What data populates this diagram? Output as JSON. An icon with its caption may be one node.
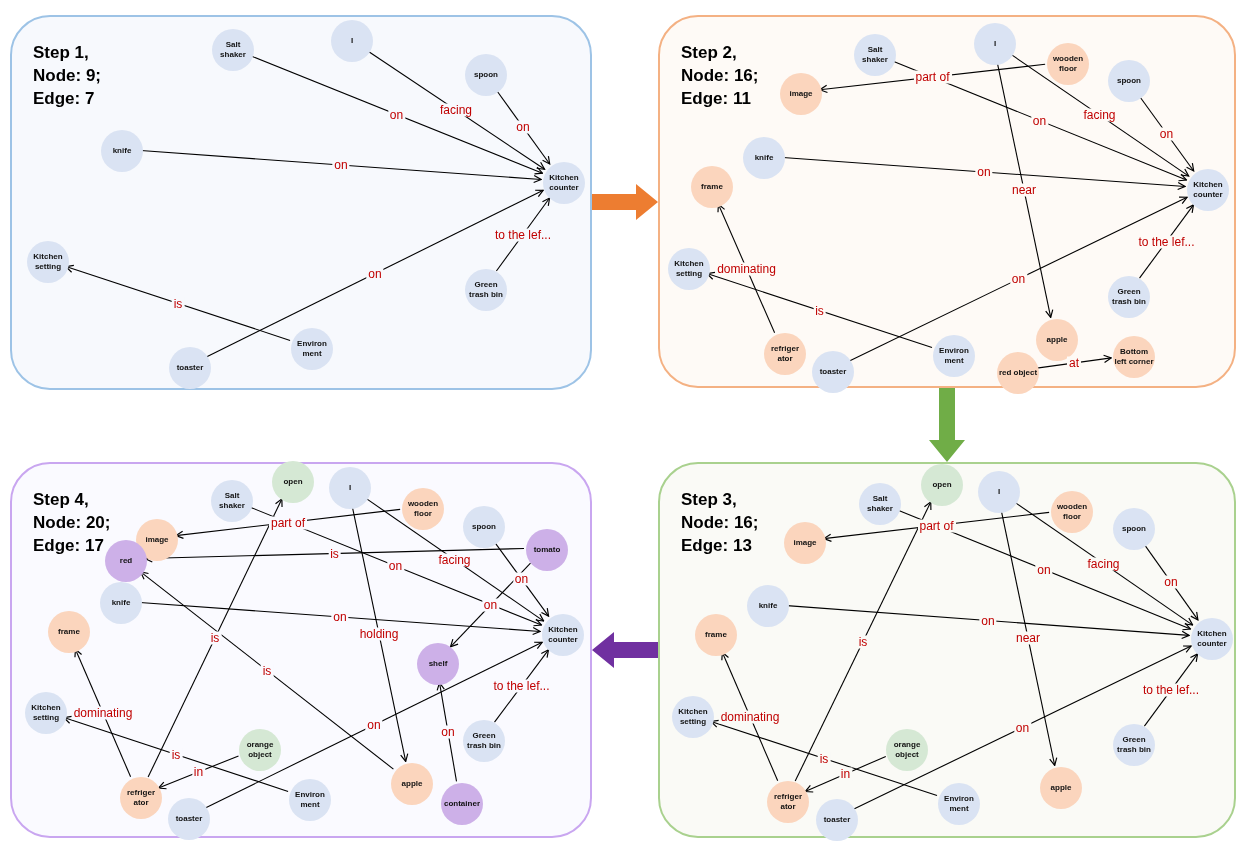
{
  "diagram": {
    "nodes": [
      {
        "text": [
          "Step 1, Node: 9; Edge: 7"
        ]
      },
      {
        "text": [
          "Salt shaker"
        ],
        "in": 0
      },
      {
        "text": [
          "I"
        ],
        "in": 0
      },
      {
        "text": [
          "spoon"
        ],
        "in": 0
      },
      {
        "text": [
          "knife"
        ],
        "in": 0
      },
      {
        "text": [
          "Kitchen counter"
        ],
        "in": 0
      },
      {
        "text": [
          "Kitchen setting"
        ],
        "in": 0
      },
      {
        "text": [
          "Green trash bin"
        ],
        "in": 0
      },
      {
        "text": [
          "Environ ment"
        ],
        "in": 0
      },
      {
        "text": [
          "toaster"
        ],
        "in": 0
      },
      {
        "text": [
          "Step 2, Node: 16; Edge: 11"
        ]
      },
      {
        "text": [
          "Salt shaker"
        ],
        "in": 10
      },
      {
        "text": [
          "I"
        ],
        "in": 10
      },
      {
        "text": [
          "wooden floor"
        ],
        "in": 10
      },
      {
        "text": [
          "image"
        ],
        "in": 10
      },
      {
        "text": [
          "spoon"
        ],
        "in": 10
      },
      {
        "text": [
          "knife"
        ],
        "in": 10
      },
      {
        "text": [
          "frame"
        ],
        "in": 10
      },
      {
        "text": [
          "Kitchen counter"
        ],
        "in": 10
      },
      {
        "text": [
          "Kitchen setting"
        ],
        "in": 10
      },
      {
        "text": [
          "Green trash bin"
        ],
        "in": 10
      },
      {
        "text": [
          "refriger ator"
        ],
        "in": 10
      },
      {
        "text": [
          "Environ ment"
        ],
        "in": 10
      },
      {
        "text": [
          "apple"
        ],
        "in": 10
      },
      {
        "text": [
          "Bottom left corner"
        ],
        "in": 10
      },
      {
        "text": [
          "toaster"
        ],
        "in": 10
      },
      {
        "text": [
          "red object"
        ],
        "in": 10
      },
      {
        "text": [
          "Step 3, Node: 16; Edge: 13"
        ]
      },
      {
        "text": [
          "open"
        ],
        "in": 27
      },
      {
        "text": [
          "Salt shaker"
        ],
        "in": 27
      },
      {
        "text": [
          "I"
        ],
        "in": 27
      },
      {
        "text": [
          "wooden floor"
        ],
        "in": 27
      },
      {
        "text": [
          "image"
        ],
        "in": 27
      },
      {
        "text": [
          "spoon"
        ],
        "in": 27
      },
      {
        "text": [
          "knife"
        ],
        "in": 27
      },
      {
        "text": [
          "frame"
        ],
        "in": 27
      },
      {
        "text": [
          "Kitchen counter"
        ],
        "in": 27
      },
      {
        "text": [
          "Kitchen setting"
        ],
        "in": 27
      },
      {
        "text": [
          "Green trash bin"
        ],
        "in": 27
      },
      {
        "text": [
          "orange object"
        ],
        "in": 27
      },
      {
        "text": [
          "apple"
        ],
        "in": 27
      },
      {
        "text": [
          "refriger ator"
        ],
        "in": 27
      },
      {
        "text": [
          "Environ ment"
        ],
        "in": 27
      },
      {
        "text": [
          "toaster"
        ],
        "in": 27
      },
      {
        "text": [
          "Step 4, Node: 20; Edge: 17"
        ]
      },
      {
        "text": [
          "open"
        ],
        "in": 44
      },
      {
        "text": [
          "Salt shaker"
        ],
        "in": 44
      },
      {
        "text": [
          "I"
        ],
        "in": 44
      },
      {
        "text": [
          "wooden floor"
        ],
        "in": 44
      },
      {
        "text": [
          "image"
        ],
        "in": 44
      },
      {
        "text": [
          "spoon"
        ],
        "in": 44
      },
      {
        "text": [
          "red"
        ],
        "in": 44
      },
      {
        "text": [
          "tomato"
        ],
        "in": 44
      },
      {
        "text": [
          "knife"
        ],
        "in": 44
      },
      {
        "text": [
          "frame"
        ],
        "in": 44
      },
      {
        "text": [
          "shelf"
        ],
        "in": 44
      },
      {
        "text": [
          "Kitchen counter"
        ],
        "in": 44
      },
      {
        "text": [
          "Kitchen setting"
        ],
        "in": 44
      },
      {
        "text": [
          "Green trash bin"
        ],
        "in": 44
      },
      {
        "text": [
          "apple"
        ],
        "in": 44
      },
      {
        "text": [
          "orange object"
        ],
        "in": 44
      },
      {
        "text": [
          "refriger ator"
        ],
        "in": 44
      },
      {
        "text": [
          "Environ ment"
        ],
        "in": 44
      },
      {
        "text": [
          "container"
        ],
        "in": 44
      },
      {
        "text": [
          "toaster"
        ],
        "in": 44
      }
    ],
    "edges": [
      {
        "from": 1,
        "to": 5,
        "arrow": "to",
        "label": "on"
      },
      {
        "from": 2,
        "to": 5,
        "arrow": "to",
        "label": "facing"
      },
      {
        "from": 3,
        "to": 5,
        "arrow": "to",
        "label": "on"
      },
      {
        "from": 4,
        "to": 5,
        "arrow": "to",
        "label": "on"
      },
      {
        "from": 9,
        "to": 5,
        "arrow": "to",
        "label": "on"
      },
      {
        "from": 7,
        "to": 5,
        "arrow": "to",
        "label": "to the lef..."
      },
      {
        "from": 8,
        "to": 6,
        "arrow": "to",
        "label": "is"
      },
      {
        "from": 11,
        "to": 18,
        "arrow": "to",
        "label": "on"
      },
      {
        "from": 12,
        "to": 18,
        "arrow": "to",
        "label": "facing"
      },
      {
        "from": 15,
        "to": 18,
        "arrow": "to",
        "label": "on"
      },
      {
        "from": 16,
        "to": 18,
        "arrow": "to",
        "label": "on"
      },
      {
        "from": 25,
        "to": 18,
        "arrow": "to",
        "label": "on"
      },
      {
        "from": 20,
        "to": 18,
        "arrow": "to",
        "label": "to the lef..."
      },
      {
        "from": 22,
        "to": 19,
        "arrow": "to",
        "label": "is"
      },
      {
        "from": 13,
        "to": 14,
        "arrow": "to",
        "label": "part of"
      },
      {
        "from": 12,
        "to": 23,
        "arrow": "to",
        "label": "near"
      },
      {
        "from": 21,
        "to": 17,
        "arrow": "to",
        "label": "dominating"
      },
      {
        "from": 26,
        "to": 24,
        "arrow": "to",
        "label": "at"
      },
      {
        "from": 29,
        "to": 36,
        "arrow": "to",
        "label": "on"
      },
      {
        "from": 30,
        "to": 36,
        "arrow": "to",
        "label": "facing"
      },
      {
        "from": 33,
        "to": 36,
        "arrow": "to",
        "label": "on"
      },
      {
        "from": 34,
        "to": 36,
        "arrow": "to",
        "label": "on"
      },
      {
        "from": 43,
        "to": 36,
        "arrow": "to",
        "label": "on"
      },
      {
        "from": 38,
        "to": 36,
        "arrow": "to",
        "label": "to the lef..."
      },
      {
        "from": 42,
        "to": 37,
        "arrow": "to",
        "label": "is"
      },
      {
        "from": 31,
        "to": 32,
        "arrow": "to",
        "label": "part of"
      },
      {
        "from": 30,
        "to": 40,
        "arrow": "to",
        "label": "near"
      },
      {
        "from": 41,
        "to": 35,
        "arrow": "to",
        "label": "dominating"
      },
      {
        "from": 41,
        "to": 28,
        "arrow": "to",
        "label": "is"
      },
      {
        "from": 39,
        "to": 41,
        "arrow": "to",
        "label": "in"
      },
      {
        "from": 46,
        "to": 56,
        "arrow": "to",
        "label": "on"
      },
      {
        "from": 47,
        "to": 56,
        "arrow": "to",
        "label": "facing"
      },
      {
        "from": 50,
        "to": 56,
        "arrow": "to",
        "label": "on"
      },
      {
        "from": 53,
        "to": 56,
        "arrow": "to",
        "label": "on"
      },
      {
        "from": 64,
        "to": 56,
        "arrow": "to",
        "label": "on"
      },
      {
        "from": 58,
        "to": 56,
        "arrow": "to",
        "label": "to the lef..."
      },
      {
        "from": 62,
        "to": 57,
        "arrow": "to",
        "label": "is"
      },
      {
        "from": 48,
        "to": 49,
        "arrow": "to",
        "label": "part of"
      },
      {
        "from": 47,
        "to": 59,
        "arrow": "to",
        "label": "holding"
      },
      {
        "from": 61,
        "to": 54,
        "arrow": "to",
        "label": "dominating"
      },
      {
        "from": 61,
        "to": 45,
        "arrow": "to",
        "label": "is"
      },
      {
        "from": 60,
        "to": 61,
        "arrow": "to",
        "label": "in"
      },
      {
        "from": 52,
        "to": 51,
        "arrow": "to",
        "label": "is"
      },
      {
        "from": 59,
        "to": 51,
        "arrow": "to",
        "label": "is"
      },
      {
        "from": 52,
        "to": 55,
        "arrow": "to",
        "label": "on"
      },
      {
        "from": 63,
        "to": 55,
        "arrow": "to",
        "label": "on"
      },
      {
        "from": 0,
        "to": 10,
        "arrow": "to",
        "style": "thick",
        "color": "#ed7d31"
      },
      {
        "from": 10,
        "to": 27,
        "arrow": "to",
        "style": "thick",
        "color": "#70ad47"
      },
      {
        "from": 27,
        "to": 44,
        "arrow": "to",
        "style": "thick",
        "color": "#7030a0"
      }
    ]
  }
}
